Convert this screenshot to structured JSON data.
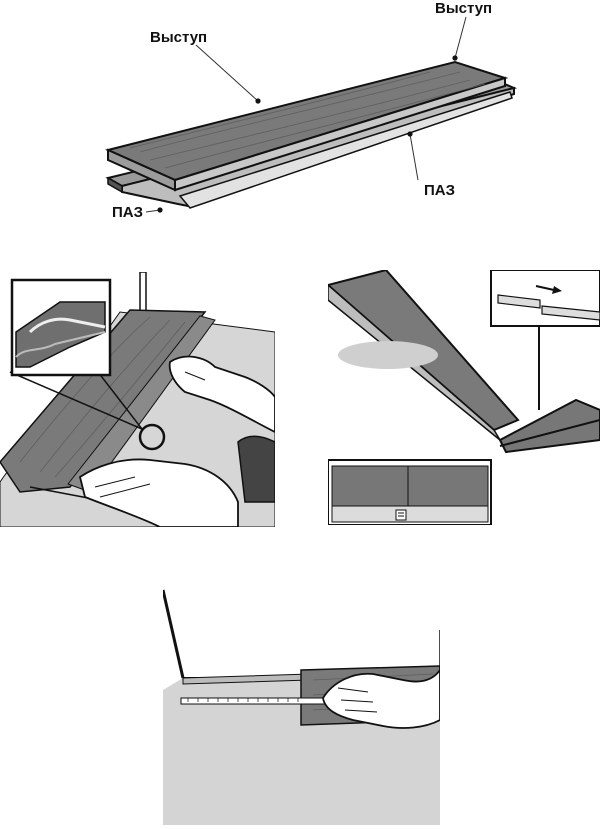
{
  "labels": {
    "tongue_left": "Выступ",
    "tongue_right": "Выступ",
    "groove_left": "ПАЗ",
    "groove_right": "ПАЗ"
  },
  "colors": {
    "plank": "#7a7a7a",
    "plank_light": "#a9a9a9",
    "floor": "#d4d4d4",
    "skin": "#ffffff",
    "outline": "#111111"
  },
  "icons": [
    "pointer-dot-icon",
    "direction-arrow-icon",
    "tape-measure-icon"
  ]
}
